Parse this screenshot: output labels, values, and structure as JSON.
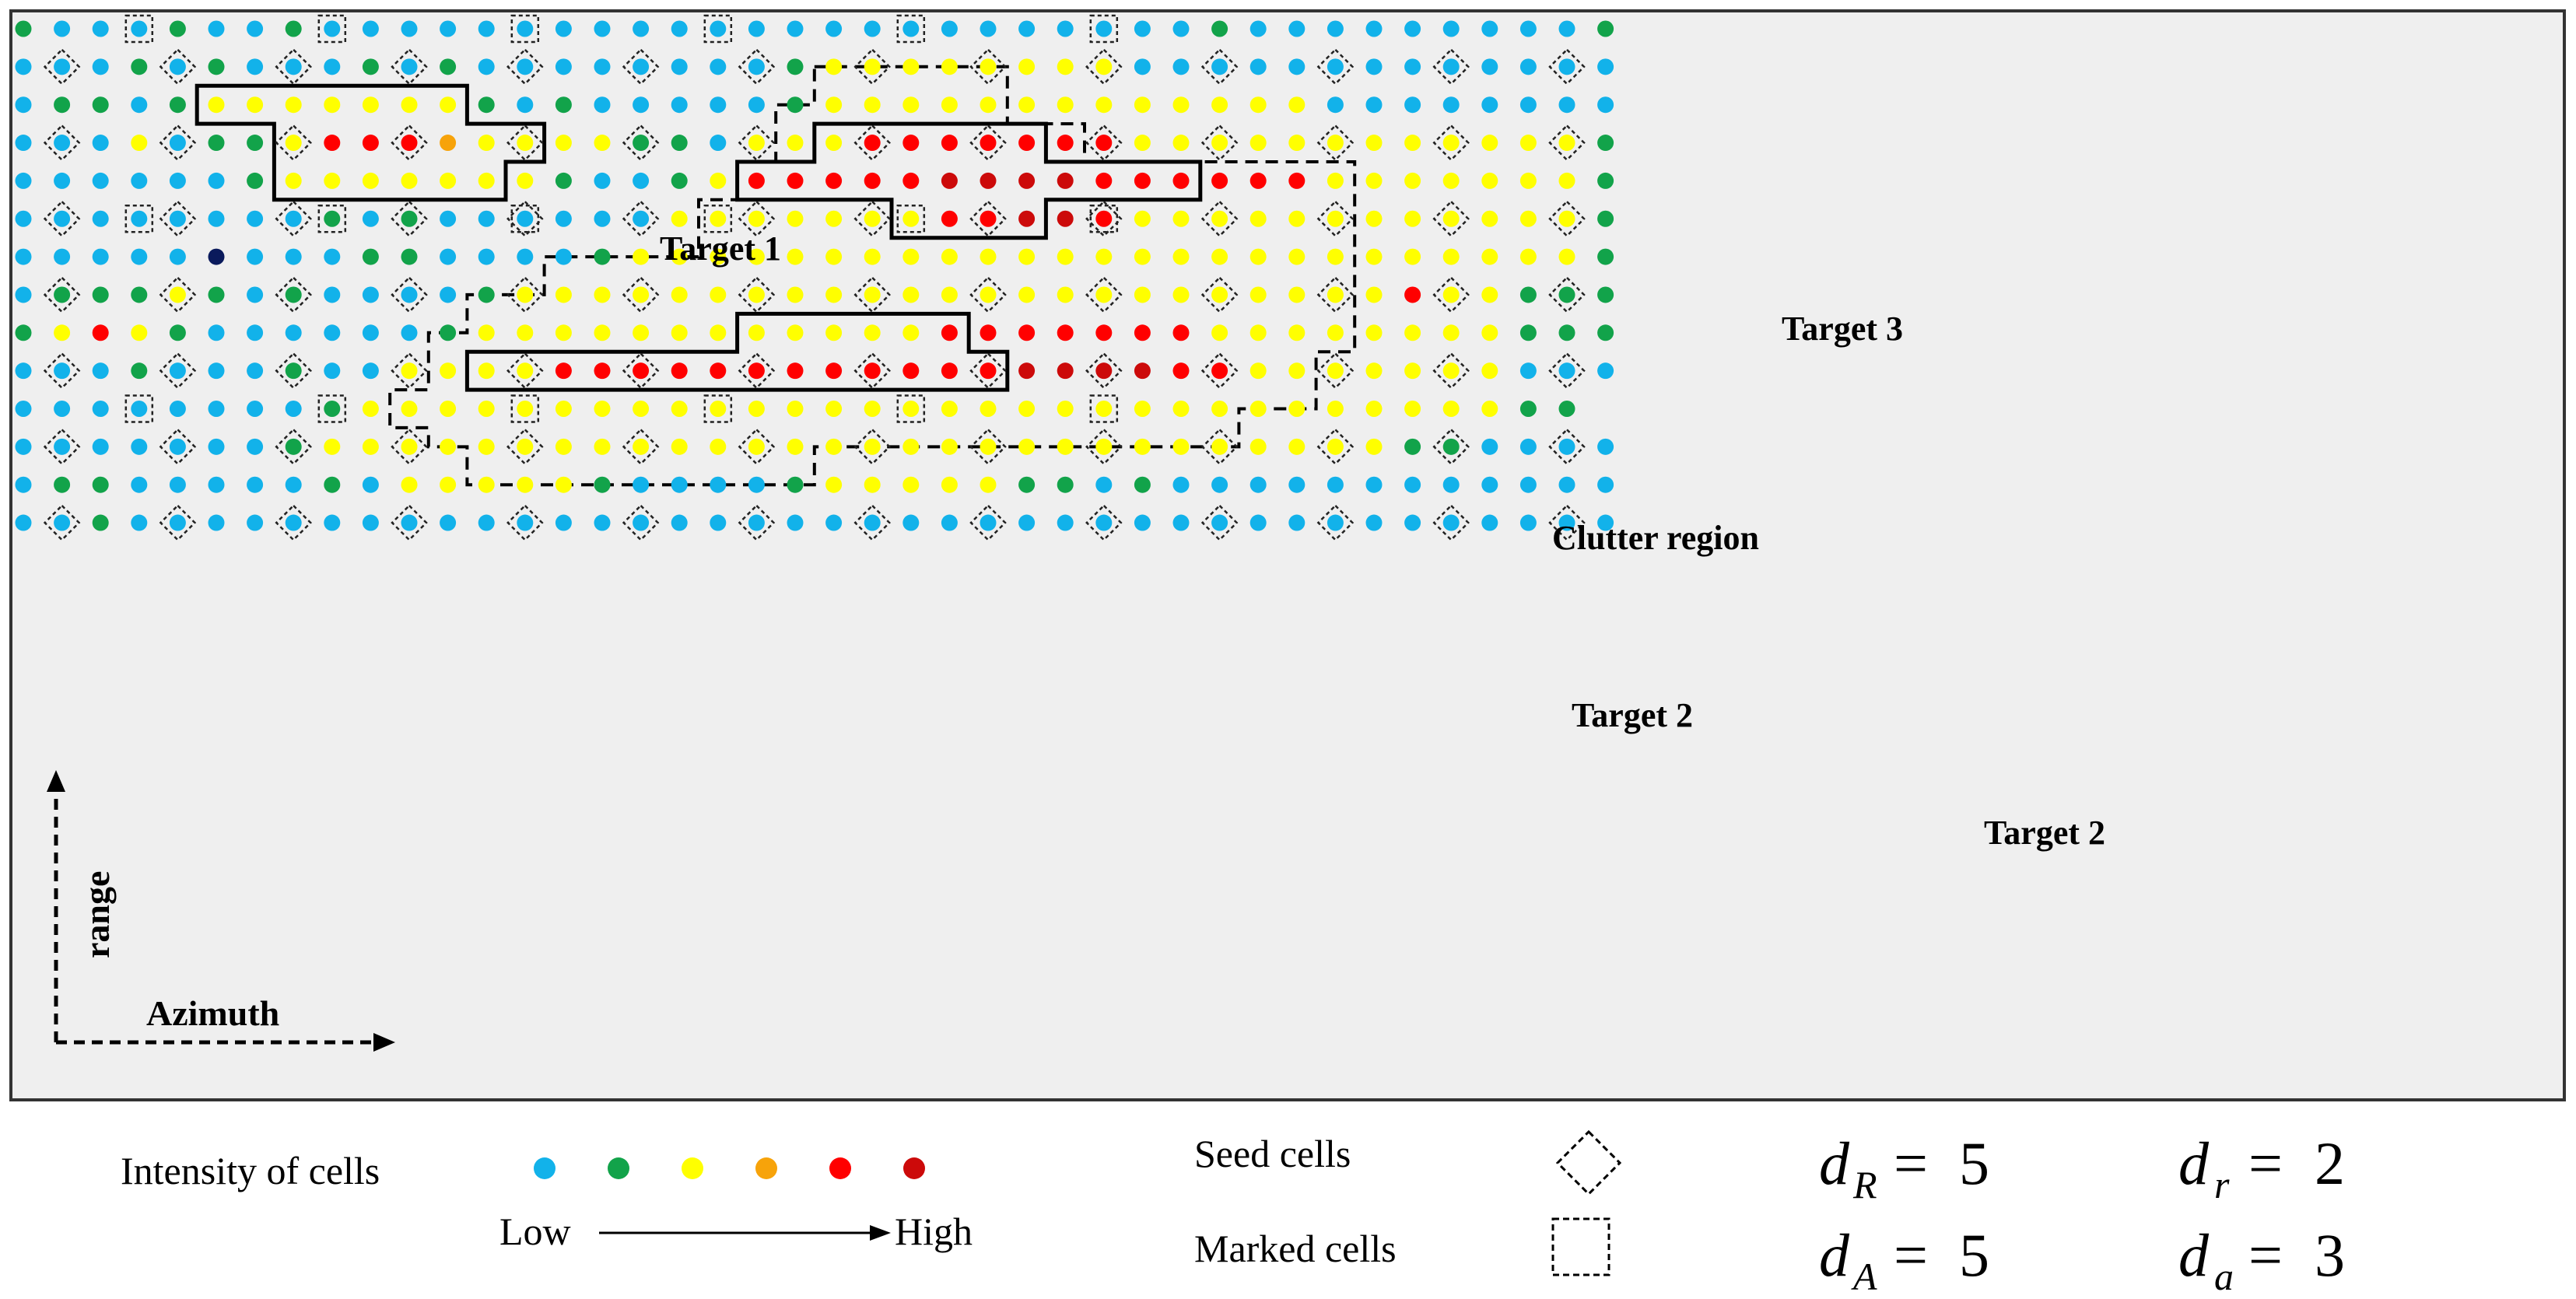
{
  "palette": {
    "b": "#12b2ea",
    "g": "#12a34a",
    "y": "#ffff00",
    "o": "#f7a30a",
    "r": "#ff0000",
    "d": "#cc0a0a",
    "k": "#0a1a5c"
  },
  "grid": {
    "rows": [
      "gbbbgbbgbbbbbbbbbbbbbbbbbbbbbbbgbbbbbbbbbg",
      "bbbgbgbbbgbgbbbbbbbbgyyyyyyyybbbbbbbbbbbbb",
      "bggbgyyyyyyygbgbbbbbgyyyyyyyyyyyyybbbbbbbb",
      "bbbybggyrrroyyyyggbyyyrrrrrrryyyyyyyyyyyyg",
      "bbbbbbgyyyyyyygbbgyrrrrrddddrrrrrryyyyyyyg",
      "bbbbbbbbgbgbbbbbbyyyyyyyrrddryyyyyyyyyyyyg",
      "bbbbbkbbbggbbbbgyyyyyyyyyyyyyyyyyyyyyyyyyg",
      "bgggygbgbbbbgyyyyyyyyyyyyyyyyyyyyyyyryyggg",
      "gyrygbbbbbbgyyyyyyyyyyyyrrrrrrryyyyyyyyggg",
      "bbbgbbbgbbyyyyrrrrrrrrrrrrddddrryyyyyyybbb",
      "bbbbbbbbgyyyyyyyyyyyyyyyyyyyyyyyyyyyyyygg",
      "bbbbbbbgyyyyyyyyyyyyyyyyyyyyyyyyyyyyggbbbb",
      "bggbbbbbgbyyyyygbbbbgyyyyyggbgbbbbbbbbbbbb",
      "bbgbbbbbbbbbbbbbbbbbbbbbbbbbbbbbbbbbbbbbbb"
    ],
    "seed_cells": [
      [
        1,
        1
      ],
      [
        1,
        4
      ],
      [
        1,
        7
      ],
      [
        1,
        10
      ],
      [
        1,
        13
      ],
      [
        1,
        16
      ],
      [
        1,
        19
      ],
      [
        1,
        22
      ],
      [
        1,
        25
      ],
      [
        1,
        28
      ],
      [
        1,
        31
      ],
      [
        1,
        34
      ],
      [
        1,
        37
      ],
      [
        1,
        40
      ],
      [
        3,
        1
      ],
      [
        3,
        4
      ],
      [
        3,
        7
      ],
      [
        3,
        10
      ],
      [
        3,
        13
      ],
      [
        3,
        16
      ],
      [
        3,
        19
      ],
      [
        3,
        22
      ],
      [
        3,
        25
      ],
      [
        3,
        28
      ],
      [
        3,
        31
      ],
      [
        3,
        34
      ],
      [
        3,
        37
      ],
      [
        3,
        40
      ],
      [
        5,
        1
      ],
      [
        5,
        4
      ],
      [
        5,
        7
      ],
      [
        5,
        10
      ],
      [
        5,
        13
      ],
      [
        5,
        16
      ],
      [
        5,
        19
      ],
      [
        5,
        22
      ],
      [
        5,
        25
      ],
      [
        5,
        28
      ],
      [
        5,
        31
      ],
      [
        5,
        34
      ],
      [
        5,
        37
      ],
      [
        5,
        40
      ],
      [
        7,
        1
      ],
      [
        7,
        4
      ],
      [
        7,
        7
      ],
      [
        7,
        10
      ],
      [
        7,
        13
      ],
      [
        7,
        16
      ],
      [
        7,
        19
      ],
      [
        7,
        22
      ],
      [
        7,
        25
      ],
      [
        7,
        28
      ],
      [
        7,
        31
      ],
      [
        7,
        34
      ],
      [
        7,
        37
      ],
      [
        7,
        40
      ],
      [
        9,
        1
      ],
      [
        9,
        4
      ],
      [
        9,
        7
      ],
      [
        9,
        10
      ],
      [
        9,
        13
      ],
      [
        9,
        16
      ],
      [
        9,
        19
      ],
      [
        9,
        22
      ],
      [
        9,
        25
      ],
      [
        9,
        28
      ],
      [
        9,
        31
      ],
      [
        9,
        34
      ],
      [
        9,
        37
      ],
      [
        9,
        40
      ],
      [
        11,
        1
      ],
      [
        11,
        4
      ],
      [
        11,
        7
      ],
      [
        11,
        10
      ],
      [
        11,
        13
      ],
      [
        11,
        16
      ],
      [
        11,
        19
      ],
      [
        11,
        22
      ],
      [
        11,
        25
      ],
      [
        11,
        28
      ],
      [
        11,
        31
      ],
      [
        11,
        34
      ],
      [
        11,
        37
      ],
      [
        11,
        40
      ],
      [
        13,
        1
      ],
      [
        13,
        4
      ],
      [
        13,
        7
      ],
      [
        13,
        10
      ],
      [
        13,
        13
      ],
      [
        13,
        16
      ],
      [
        13,
        19
      ],
      [
        13,
        22
      ],
      [
        13,
        25
      ],
      [
        13,
        28
      ],
      [
        13,
        31
      ],
      [
        13,
        34
      ],
      [
        13,
        37
      ],
      [
        13,
        40
      ]
    ],
    "marked_cells": [
      [
        0,
        3
      ],
      [
        0,
        8
      ],
      [
        0,
        13
      ],
      [
        0,
        18
      ],
      [
        0,
        23
      ],
      [
        0,
        28
      ],
      [
        5,
        3
      ],
      [
        5,
        8
      ],
      [
        5,
        13
      ],
      [
        5,
        18
      ],
      [
        5,
        23
      ],
      [
        5,
        28
      ],
      [
        10,
        3
      ],
      [
        10,
        8
      ],
      [
        10,
        13
      ],
      [
        10,
        18
      ],
      [
        10,
        23
      ],
      [
        10,
        28
      ]
    ],
    "regions": {
      "clutter": [
        [
          21,
          1
        ],
        [
          26,
          1
        ],
        [
          26,
          2.5
        ],
        [
          28,
          2.5
        ],
        [
          28,
          3.5
        ],
        [
          35,
          3.5
        ],
        [
          35,
          8.5
        ],
        [
          34,
          8.5
        ],
        [
          34,
          10
        ],
        [
          32,
          10
        ],
        [
          32,
          11
        ],
        [
          21,
          11
        ],
        [
          21,
          12
        ],
        [
          12,
          12
        ],
        [
          12,
          11
        ],
        [
          11,
          11
        ],
        [
          11,
          10.5
        ],
        [
          10,
          10.5
        ],
        [
          10,
          9.5
        ],
        [
          11,
          9.5
        ],
        [
          11,
          8
        ],
        [
          12,
          8
        ],
        [
          12,
          7
        ],
        [
          14,
          7
        ],
        [
          14,
          6
        ],
        [
          18,
          6
        ],
        [
          18,
          4.5
        ],
        [
          19,
          4.5
        ],
        [
          19,
          3.5
        ],
        [
          20,
          3.5
        ],
        [
          20,
          2
        ],
        [
          21,
          2
        ]
      ],
      "target1": [
        [
          5,
          1.5
        ],
        [
          12,
          1.5
        ],
        [
          12,
          2.5
        ],
        [
          14,
          2.5
        ],
        [
          14,
          3.5
        ],
        [
          13,
          3.5
        ],
        [
          13,
          4.5
        ],
        [
          7,
          4.5
        ],
        [
          7,
          2.5
        ],
        [
          5,
          2.5
        ]
      ],
      "target2": [
        [
          19,
          7.5
        ],
        [
          25,
          7.5
        ],
        [
          25,
          8.5
        ],
        [
          26,
          8.5
        ],
        [
          26,
          9.5
        ],
        [
          12,
          9.5
        ],
        [
          12,
          8.5
        ],
        [
          19,
          8.5
        ]
      ],
      "target3": [
        [
          21,
          2.5
        ],
        [
          27,
          2.5
        ],
        [
          27,
          3.5
        ],
        [
          31,
          3.5
        ],
        [
          31,
          4.5
        ],
        [
          27,
          4.5
        ],
        [
          27,
          5.5
        ],
        [
          23,
          5.5
        ],
        [
          23,
          4.5
        ],
        [
          19,
          4.5
        ],
        [
          19,
          3.5
        ],
        [
          21,
          3.5
        ]
      ]
    }
  },
  "labels": {
    "target1": "Target 1",
    "target2_main": "Target 2",
    "target2_side": "Target 2",
    "target3": "Target 3",
    "clutter": "Clutter region",
    "range": "range",
    "azimuth": "Azimuth"
  },
  "legend": {
    "intensity_label": "Intensity of cells",
    "intensity_colors": [
      "b",
      "g",
      "y",
      "o",
      "r",
      "d"
    ],
    "low": "Low",
    "high": "High",
    "seed_label": "Seed cells",
    "marked_label": "Marked cells"
  },
  "params": {
    "dR": {
      "var": "d",
      "sub": "R",
      "value": "5"
    },
    "dA": {
      "var": "d",
      "sub": "A",
      "value": "5"
    },
    "dr": {
      "var": "d",
      "sub": "r",
      "value": "2"
    },
    "da": {
      "var": "d",
      "sub": "a",
      "value": "3"
    }
  }
}
